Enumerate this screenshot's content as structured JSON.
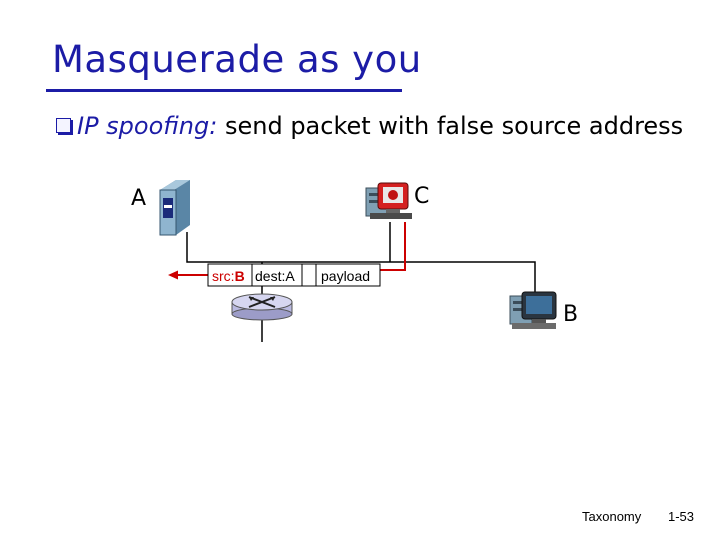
{
  "slide": {
    "title": "Masquerade as you",
    "bullet": {
      "term": "IP spoofing:",
      "text": "send packet with false source address"
    }
  },
  "diagram": {
    "hosts": {
      "a": "A",
      "b": "B",
      "c": "C"
    },
    "packet": {
      "src_prefix": "src:",
      "src_value": "B",
      "dest": "dest:A",
      "payload": "payload"
    },
    "colors": {
      "spoof_path": "#cc0000",
      "link": "#000000",
      "router": "#b9b9e0",
      "server": "#7fa8c4"
    }
  },
  "footer": {
    "topic": "Taxonomy",
    "page": "1-53"
  }
}
